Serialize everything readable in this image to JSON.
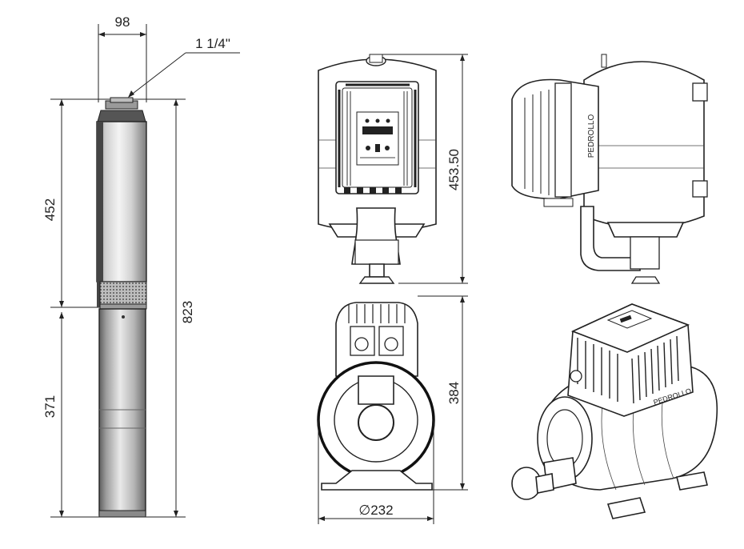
{
  "dimensions": {
    "pump_diameter": "98",
    "outlet_thread": "1 1/4\"",
    "motor_length": "452",
    "pump_length": "371",
    "total_length": "823",
    "unit_height": "453.50",
    "unit_depth": "384",
    "unit_diameter": "∅232"
  },
  "brand_mark": "PEDROLLO",
  "colors": {
    "line": "#222222",
    "pump_light": "#e8e8e8",
    "pump_dark": "#7a7a7a"
  }
}
